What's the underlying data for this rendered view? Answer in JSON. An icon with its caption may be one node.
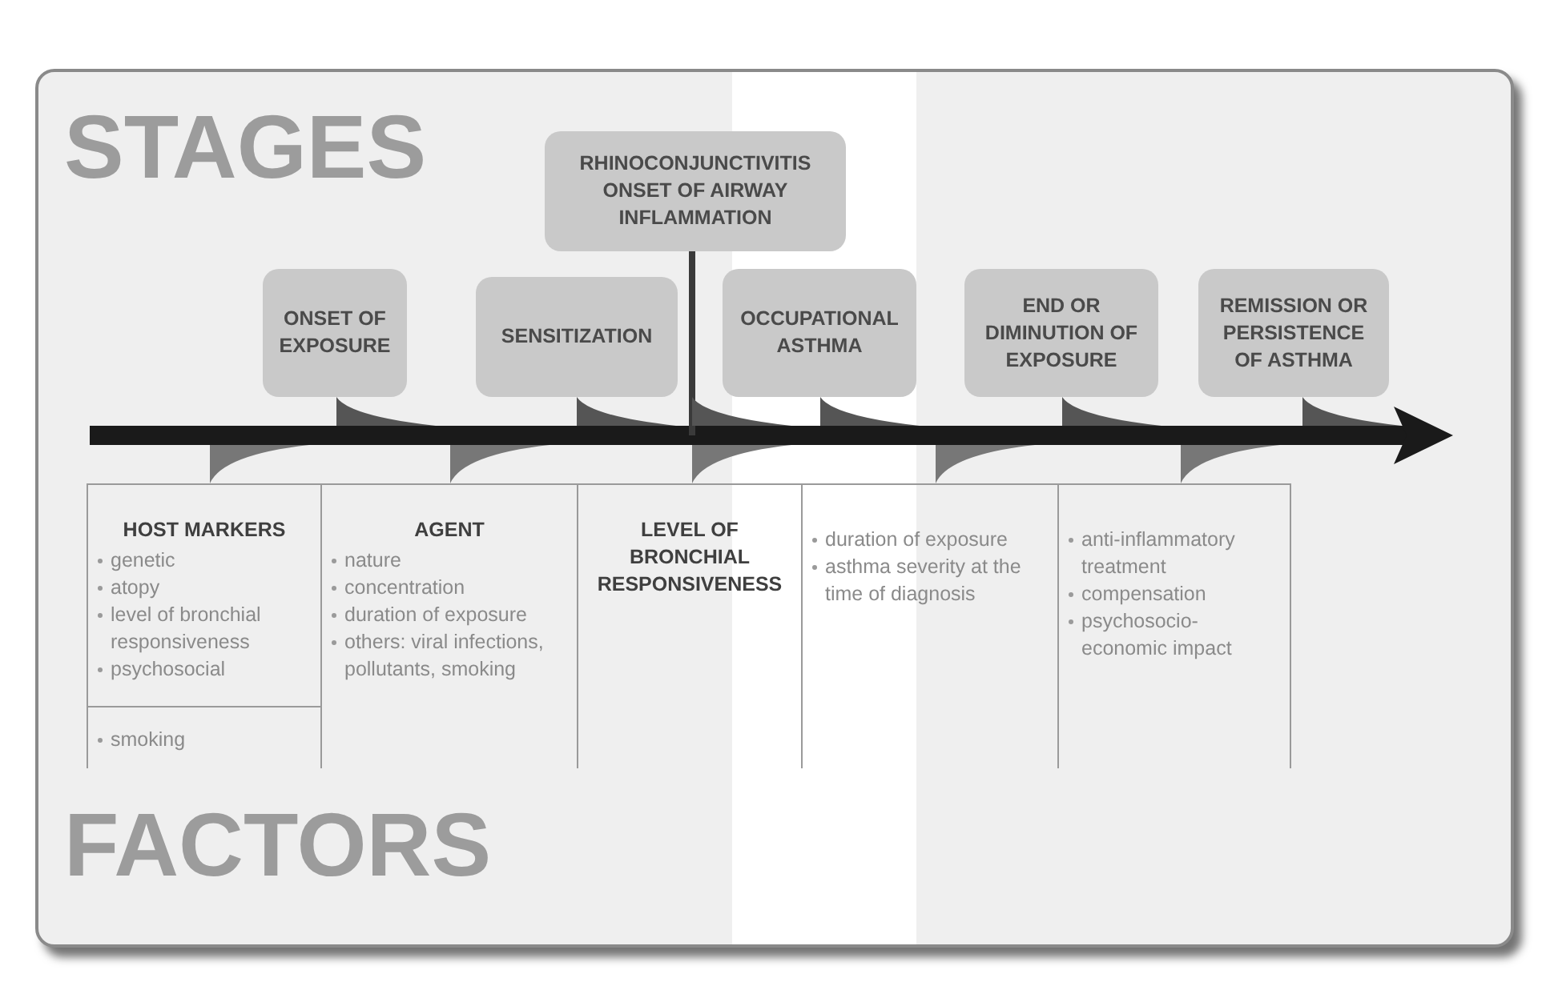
{
  "diagram": {
    "nodes": [
      {
        "text": [
          "ONSET OF EXPOSURE"
        ]
      },
      {
        "text": [
          "SENSITIZATION"
        ]
      },
      {
        "text": [
          "RHINOCONJUNCTIVITIS ONSET OF AIRWAY INFLAMMATION"
        ]
      },
      {
        "text": [
          "OCCUPATIONAL ASTHMA"
        ]
      },
      {
        "text": [
          "END OR DIMINUTION OF EXPOSURE"
        ]
      },
      {
        "text": [
          "REMISSION OR PERSISTENCE OF ASTHMA"
        ]
      },
      {
        "text": [
          "HOST MARKERS",
          "genetic",
          "atopy",
          "level of bronchial responsiveness",
          "psychosocial"
        ]
      },
      {
        "text": [
          "smoking"
        ],
        "in": 6
      },
      {
        "text": [
          "AGENT",
          "nature",
          "concentration",
          "duration of exposure",
          "others: viral infections, pollutants, smoking"
        ]
      },
      {
        "text": [
          "LEVEL OF BRONCHIAL RESPONSIVENESS"
        ]
      },
      {
        "text": [
          "duration of exposure",
          "asthma severity at the time of diagnosis"
        ]
      },
      {
        "text": [
          "anti-inflammatory treatment",
          "compensation",
          "psychosocio-economic impact"
        ]
      }
    ],
    "labels": [
      "STAGES",
      "FACTORS"
    ]
  }
}
